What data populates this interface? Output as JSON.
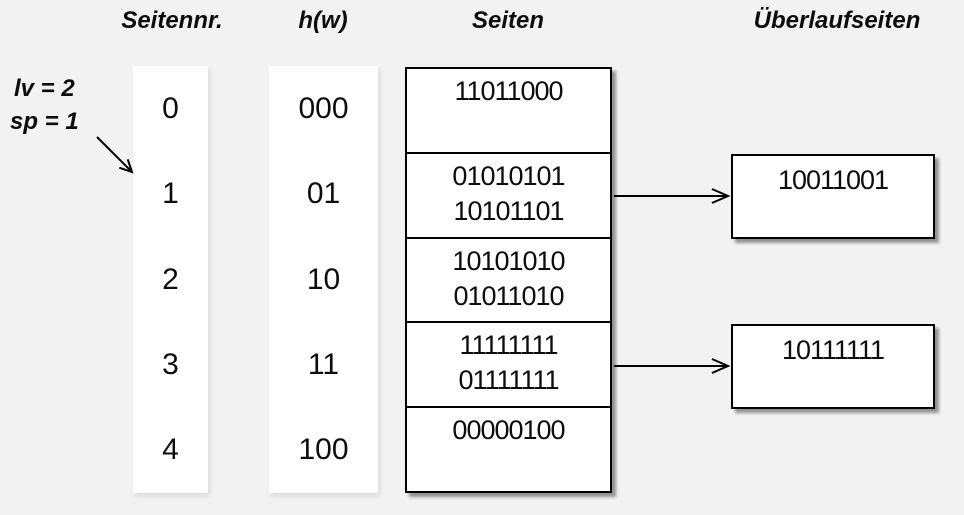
{
  "diagram": {
    "topic": "linear-hashing-overflow-pages",
    "colors": {
      "background": "#f2f2f2",
      "box_fill": "#ffffff",
      "line": "#000000"
    }
  },
  "headers": {
    "seitennr": "Seitennr.",
    "hw": "h(w)",
    "seiten": "Seiten",
    "ueberlauf": "Überlaufseiten"
  },
  "annotation": {
    "line1": "lv = 2",
    "line2": "sp = 1"
  },
  "table": {
    "rows": [
      {
        "nr": "0",
        "hash": "000",
        "values": [
          "11011000"
        ]
      },
      {
        "nr": "1",
        "hash": "01",
        "values": [
          "01010101",
          "10101101"
        ],
        "overflow": "10011001"
      },
      {
        "nr": "2",
        "hash": "10",
        "values": [
          "10101010",
          "01011010"
        ]
      },
      {
        "nr": "3",
        "hash": "11",
        "values": [
          "11111111",
          "01111111"
        ],
        "overflow": "10111111"
      },
      {
        "nr": "4",
        "hash": "100",
        "values": [
          "00000100"
        ]
      }
    ]
  }
}
